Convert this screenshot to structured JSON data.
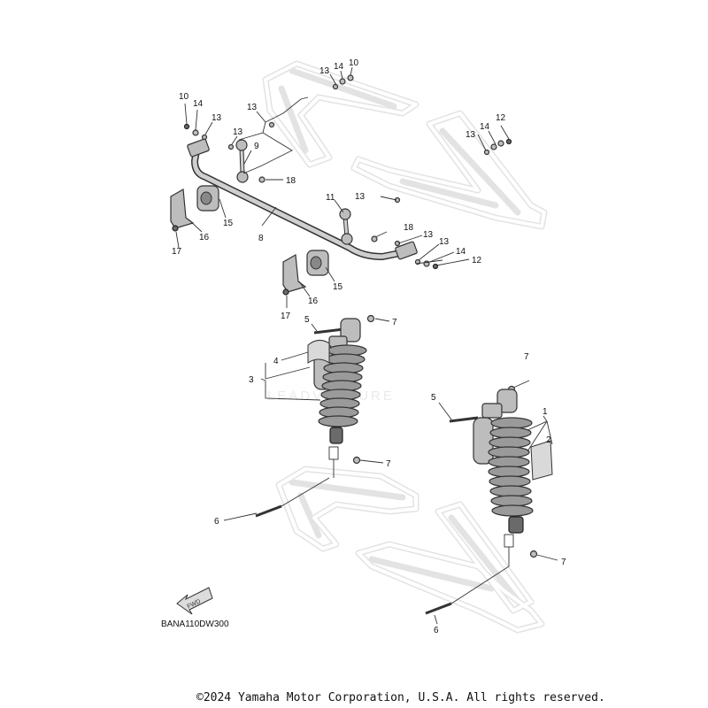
{
  "watermark": "LEADVENTURE",
  "diagram_code": "BANA110DW300",
  "copyright": "©2024 Yamaha Motor Corporation, U.S.A. All rights reserved.",
  "fwd_label": "FWD",
  "callouts": [
    {
      "id": "c1",
      "label": "1"
    },
    {
      "id": "c2",
      "label": "2"
    },
    {
      "id": "c3",
      "label": "3"
    },
    {
      "id": "c4",
      "label": "4"
    },
    {
      "id": "c5a",
      "label": "5"
    },
    {
      "id": "c5b",
      "label": "5"
    },
    {
      "id": "c6a",
      "label": "6"
    },
    {
      "id": "c6b",
      "label": "6"
    },
    {
      "id": "c7a",
      "label": "7"
    },
    {
      "id": "c7b",
      "label": "7"
    },
    {
      "id": "c7c",
      "label": "7"
    },
    {
      "id": "c7d",
      "label": "7"
    },
    {
      "id": "c7e",
      "label": "7"
    },
    {
      "id": "c8",
      "label": "8"
    },
    {
      "id": "c9",
      "label": "9"
    },
    {
      "id": "c10a",
      "label": "10"
    },
    {
      "id": "c10b",
      "label": "10"
    },
    {
      "id": "c11",
      "label": "11"
    },
    {
      "id": "c12a",
      "label": "12"
    },
    {
      "id": "c12b",
      "label": "12"
    },
    {
      "id": "c13a",
      "label": "13"
    },
    {
      "id": "c13b",
      "label": "13"
    },
    {
      "id": "c13c",
      "label": "13"
    },
    {
      "id": "c13d",
      "label": "13"
    },
    {
      "id": "c13e",
      "label": "13"
    },
    {
      "id": "c13f",
      "label": "13"
    },
    {
      "id": "c13g",
      "label": "13"
    },
    {
      "id": "c13h",
      "label": "13"
    },
    {
      "id": "c13i",
      "label": "13"
    },
    {
      "id": "c14a",
      "label": "14"
    },
    {
      "id": "c14b",
      "label": "14"
    },
    {
      "id": "c14c",
      "label": "14"
    },
    {
      "id": "c14d",
      "label": "14"
    },
    {
      "id": "c15a",
      "label": "15"
    },
    {
      "id": "c15b",
      "label": "15"
    },
    {
      "id": "c16a",
      "label": "16"
    },
    {
      "id": "c16b",
      "label": "16"
    },
    {
      "id": "c17a",
      "label": "17"
    },
    {
      "id": "c17b",
      "label": "17"
    },
    {
      "id": "c18a",
      "label": "18"
    },
    {
      "id": "c18b",
      "label": "18"
    }
  ]
}
